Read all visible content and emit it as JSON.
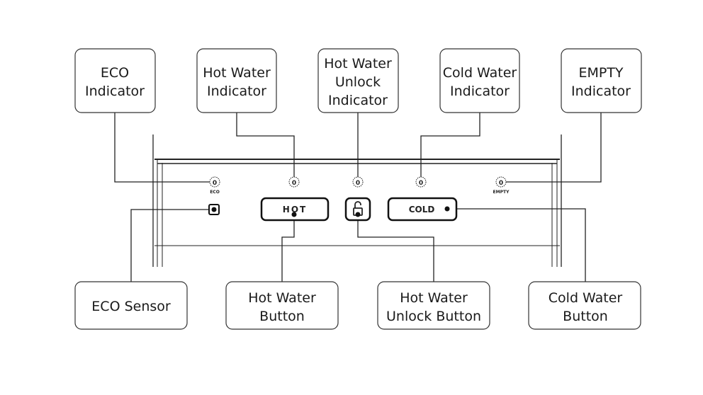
{
  "callouts_top": [
    {
      "lines": [
        "ECO",
        "Indicator"
      ]
    },
    {
      "lines": [
        "Hot Water",
        "Indicator"
      ]
    },
    {
      "lines": [
        "Hot Water",
        "Unlock",
        "Indicator"
      ]
    },
    {
      "lines": [
        "Cold Water",
        "Indicator"
      ]
    },
    {
      "lines": [
        "EMPTY",
        "Indicator"
      ]
    }
  ],
  "callouts_bottom": [
    {
      "lines": [
        "ECO Sensor"
      ]
    },
    {
      "lines": [
        "Hot Water",
        "Button"
      ]
    },
    {
      "lines": [
        "Hot Water",
        "Unlock Button"
      ]
    },
    {
      "lines": [
        "Cold Water",
        "Button"
      ]
    }
  ],
  "panel": {
    "indicator_glyph": "0",
    "eco_label": "ECO",
    "empty_label": "EMPTY",
    "hot_button": "HOT",
    "cold_button": "COLD",
    "unlock_icon": "unlock-icon"
  }
}
